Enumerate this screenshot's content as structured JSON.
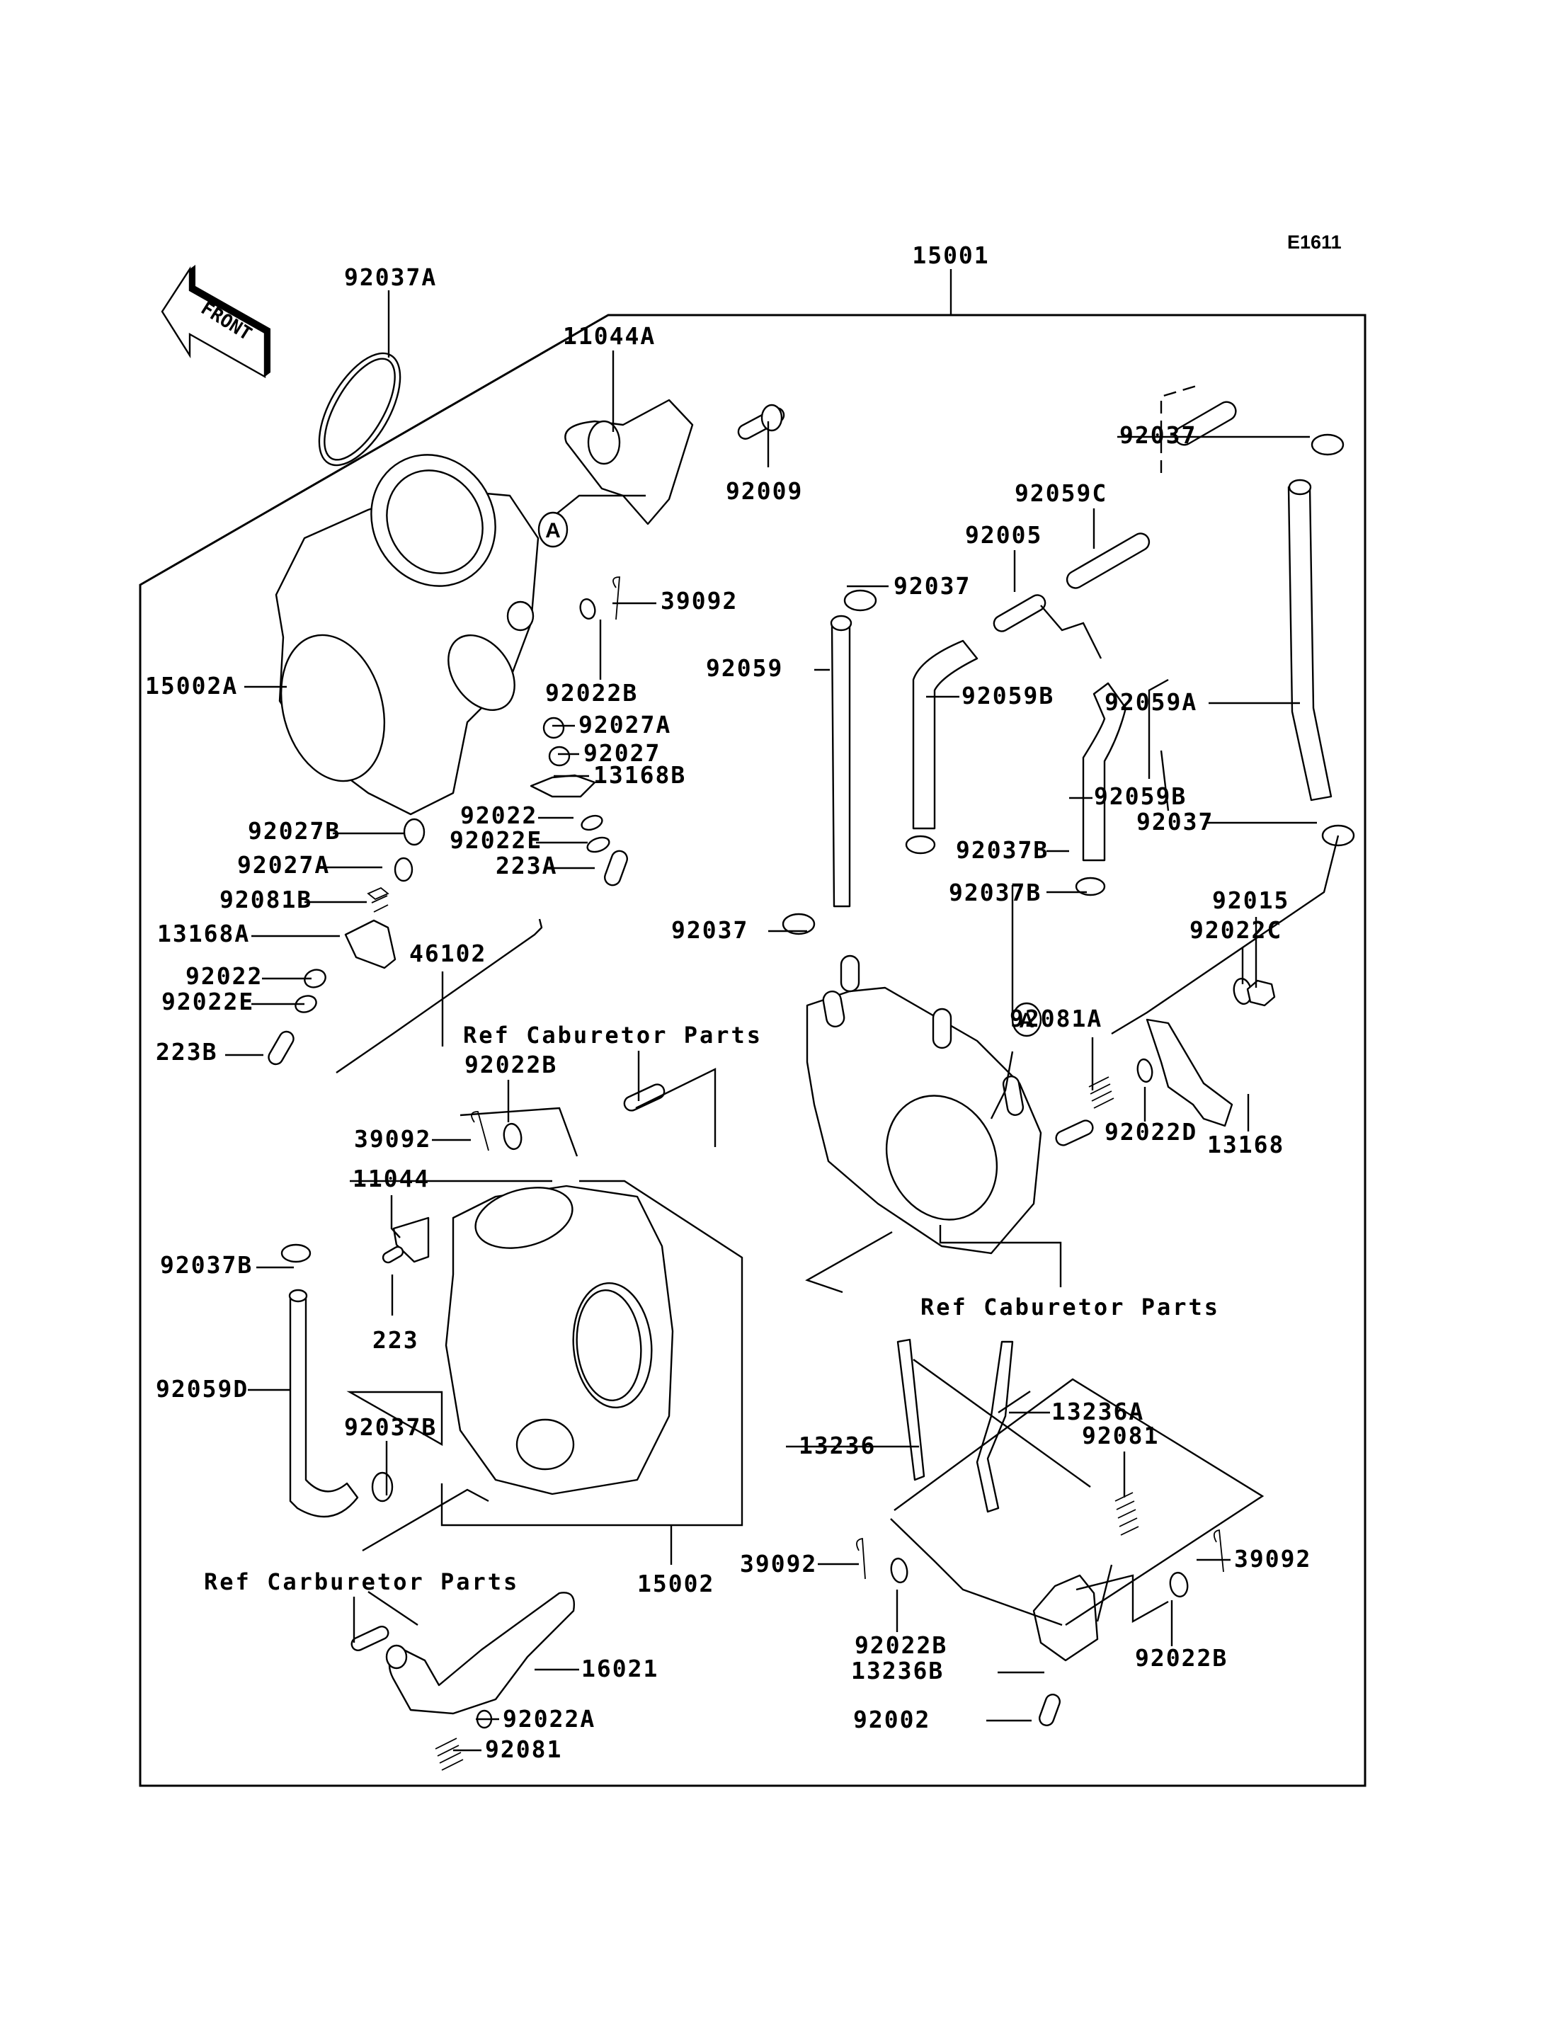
{
  "diagram": {
    "title_code": "E1611",
    "front_arrow_label": "FRONT",
    "assembly_label": "15001",
    "reference_marker": "A",
    "callouts": [
      {
        "id": "92037A",
        "text": "92037A"
      },
      {
        "id": "11044A",
        "text": "11044A"
      },
      {
        "id": "92009",
        "text": "92009"
      },
      {
        "id": "39092_top",
        "text": "39092"
      },
      {
        "id": "92022B_top",
        "text": "92022B"
      },
      {
        "id": "15002A",
        "text": "15002A"
      },
      {
        "id": "92027A_right",
        "text": "92027A"
      },
      {
        "id": "92027",
        "text": "92027"
      },
      {
        "id": "13168B",
        "text": "13168B"
      },
      {
        "id": "92022_right",
        "text": "92022"
      },
      {
        "id": "92022E_right",
        "text": "92022E"
      },
      {
        "id": "223A",
        "text": "223A"
      },
      {
        "id": "92027B",
        "text": "92027B"
      },
      {
        "id": "92027A_left",
        "text": "92027A"
      },
      {
        "id": "92081B",
        "text": "92081B"
      },
      {
        "id": "13168A",
        "text": "13168A"
      },
      {
        "id": "92022_left",
        "text": "92022"
      },
      {
        "id": "92022E_left",
        "text": "92022E"
      },
      {
        "id": "223B",
        "text": "223B"
      },
      {
        "id": "46102",
        "text": "46102"
      },
      {
        "id": "ref_cab_1",
        "text": "Ref Caburetor Parts"
      },
      {
        "id": "92022B_mid",
        "text": "92022B"
      },
      {
        "id": "39092_mid",
        "text": "39092"
      },
      {
        "id": "11044",
        "text": "11044"
      },
      {
        "id": "223",
        "text": "223"
      },
      {
        "id": "92037B_left",
        "text": "92037B"
      },
      {
        "id": "92059D",
        "text": "92059D"
      },
      {
        "id": "92037B_low",
        "text": "92037B"
      },
      {
        "id": "15002",
        "text": "15002"
      },
      {
        "id": "ref_carb",
        "text": "Ref Carburetor Parts"
      },
      {
        "id": "16021",
        "text": "16021"
      },
      {
        "id": "92022A",
        "text": "92022A"
      },
      {
        "id": "92081_low",
        "text": "92081"
      },
      {
        "id": "92037_top_mid",
        "text": "92037"
      },
      {
        "id": "92059",
        "text": "92059"
      },
      {
        "id": "92005",
        "text": "92005"
      },
      {
        "id": "92059C",
        "text": "92059C"
      },
      {
        "id": "92037_top_right",
        "text": "92037"
      },
      {
        "id": "92059B_upper",
        "text": "92059B"
      },
      {
        "id": "92059A",
        "text": "92059A"
      },
      {
        "id": "92059B_lower",
        "text": "92059B"
      },
      {
        "id": "92037_right",
        "text": "92037"
      },
      {
        "id": "92037B_mid",
        "text": "92037B"
      },
      {
        "id": "92037B_mid2",
        "text": "92037B"
      },
      {
        "id": "92037_mid_left",
        "text": "92037"
      },
      {
        "id": "92015",
        "text": "92015"
      },
      {
        "id": "92022C",
        "text": "92022C"
      },
      {
        "id": "92081A",
        "text": "92081A"
      },
      {
        "id": "92022D",
        "text": "92022D"
      },
      {
        "id": "13168",
        "text": "13168"
      },
      {
        "id": "ref_cab_2",
        "text": "Ref Caburetor Parts"
      },
      {
        "id": "13236",
        "text": "13236"
      },
      {
        "id": "13236A",
        "text": "13236A"
      },
      {
        "id": "92081_right",
        "text": "92081"
      },
      {
        "id": "39092_left_low",
        "text": "39092"
      },
      {
        "id": "39092_right_low",
        "text": "39092"
      },
      {
        "id": "92022B_low_left",
        "text": "92022B"
      },
      {
        "id": "92022B_low_right",
        "text": "92022B"
      },
      {
        "id": "13236B",
        "text": "13236B"
      },
      {
        "id": "92002",
        "text": "92002"
      }
    ]
  }
}
